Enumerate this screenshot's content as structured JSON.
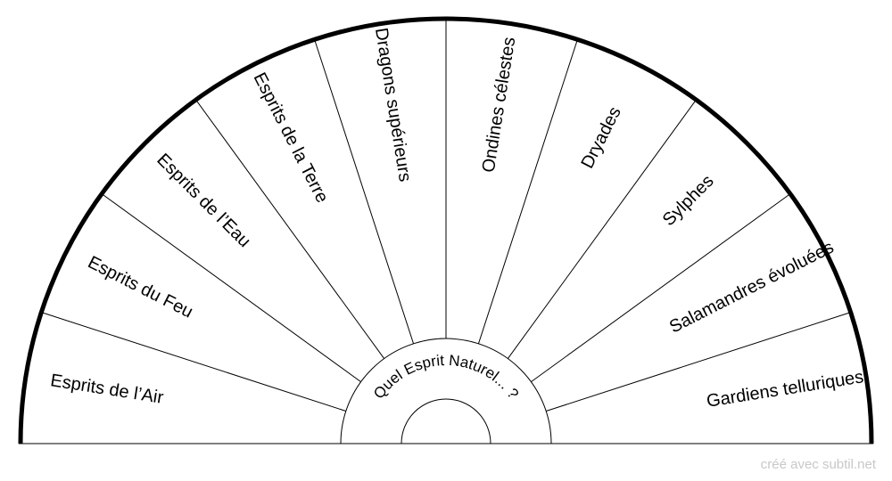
{
  "question": "Quel Esprit Naturel... ?",
  "credit": "créé avec subtil.net",
  "segments": [
    {
      "label": "Esprits de l’Air"
    },
    {
      "label": "Esprits du Feu"
    },
    {
      "label": "Esprits de l’Eau"
    },
    {
      "label": "Esprits de la Terre"
    },
    {
      "label": "Dragons supérieurs"
    },
    {
      "label": "Ondines célestes"
    },
    {
      "label": "Dryades"
    },
    {
      "label": "Sylphes"
    },
    {
      "label": "Salamandres évoluées"
    },
    {
      "label": "Gardiens telluriques"
    }
  ]
}
